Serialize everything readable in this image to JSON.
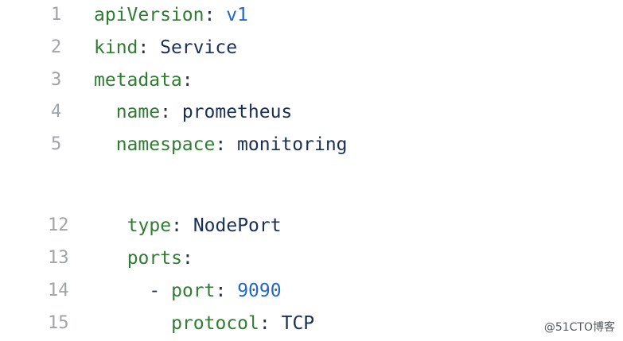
{
  "lines": [
    {
      "number": "1",
      "indent": "",
      "dash": "",
      "key": "apiVersion",
      "value": "v1",
      "value_style": "blue"
    },
    {
      "number": "2",
      "indent": "",
      "dash": "",
      "key": "kind",
      "value": "Service",
      "value_style": "dark"
    },
    {
      "number": "3",
      "indent": "",
      "dash": "",
      "key": "metadata",
      "value": "",
      "value_style": "dark"
    },
    {
      "number": "4",
      "indent": "  ",
      "dash": "",
      "key": "name",
      "value": "prometheus",
      "value_style": "dark"
    },
    {
      "number": "5",
      "indent": "  ",
      "dash": "",
      "key": "namespace",
      "value": "monitoring",
      "value_style": "dark"
    },
    {
      "number": "12",
      "indent": "  ",
      "dash": "",
      "key": "type",
      "value": "NodePort",
      "value_style": "dark"
    },
    {
      "number": "13",
      "indent": "  ",
      "dash": "",
      "key": "ports",
      "value": "",
      "value_style": "dark"
    },
    {
      "number": "14",
      "indent": "    ",
      "dash": "- ",
      "key": "port",
      "value": "9090",
      "value_style": "blue"
    },
    {
      "number": "15",
      "indent": "      ",
      "dash": "",
      "key": "protocol",
      "value": "TCP",
      "value_style": "dark"
    }
  ],
  "colors": {
    "key": "#2e7d32",
    "value_dark": "#1a2f55",
    "value_blue": "#2367c9",
    "line_number": "#a0a3a8"
  },
  "watermark": "@51CTO博客"
}
